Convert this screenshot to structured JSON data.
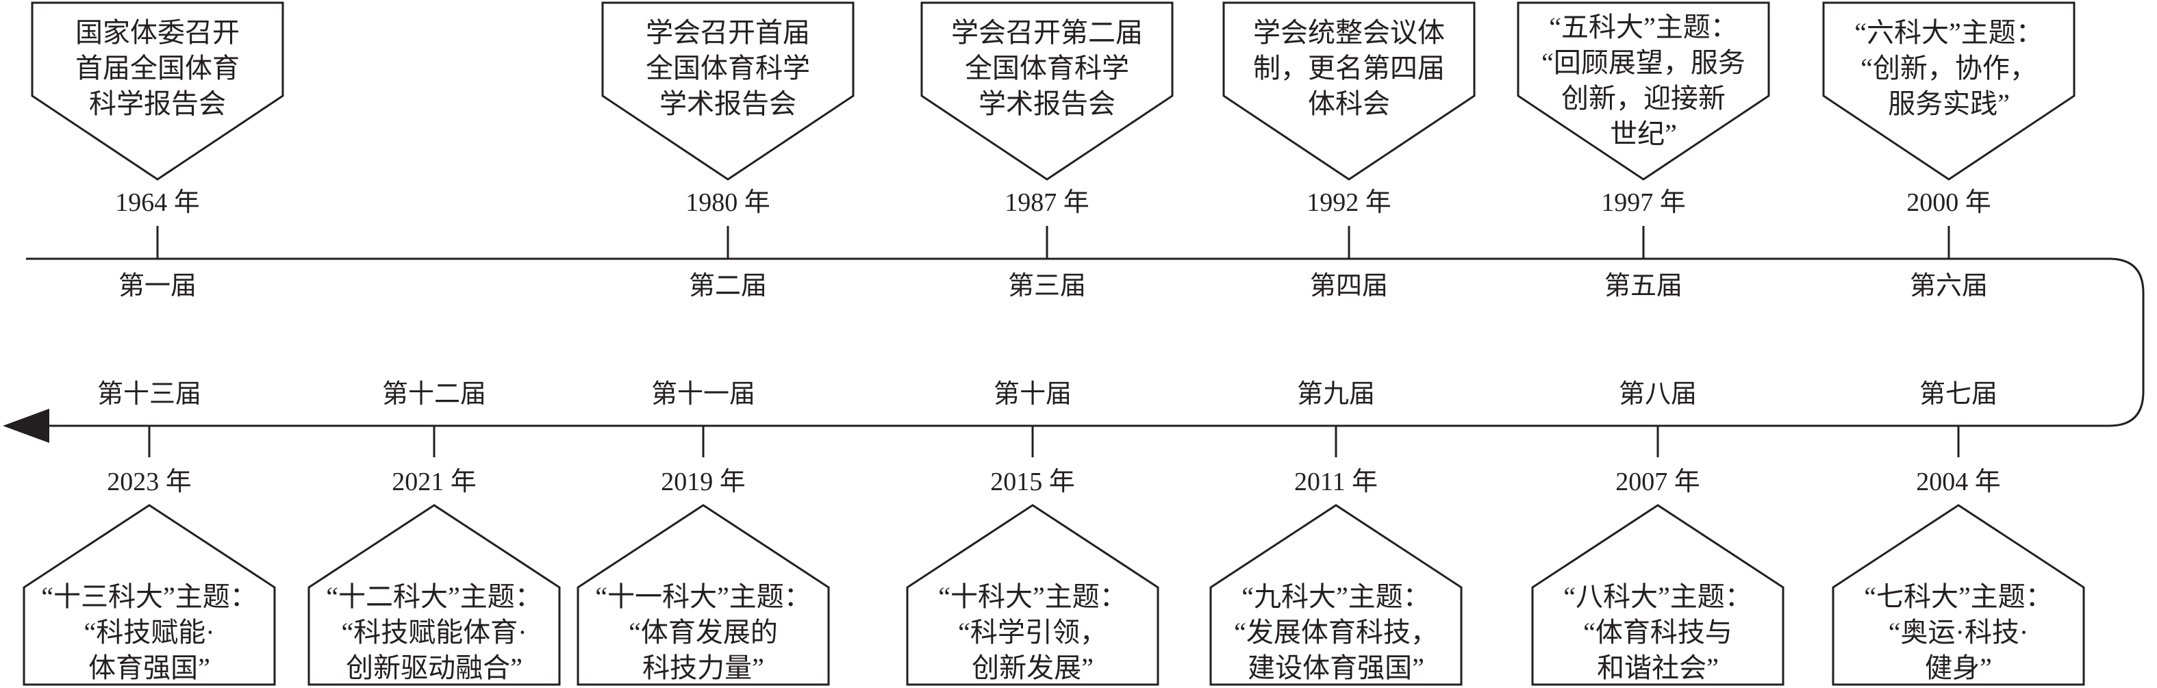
{
  "top_row": [
    {
      "year": "1964 年",
      "edition": "第一届",
      "box": [
        "国家体委召开",
        "首届全国体育",
        "科学报告会"
      ]
    },
    {
      "year": "1980 年",
      "edition": "第二届",
      "box": [
        "学会召开首届",
        "全国体育科学",
        "学术报告会"
      ]
    },
    {
      "year": "1987 年",
      "edition": "第三届",
      "box": [
        "学会召开第二届",
        "全国体育科学",
        "学术报告会"
      ]
    },
    {
      "year": "1992 年",
      "edition": "第四届",
      "box": [
        "学会统整会议体",
        "制，更名第四届",
        "体科会"
      ]
    },
    {
      "year": "1997 年",
      "edition": "第五届",
      "box": [
        "“五科大”主题：",
        "“回顾展望，服务",
        "创新，迎接新",
        "世纪”"
      ]
    },
    {
      "year": "2000 年",
      "edition": "第六届",
      "box": [
        "“六科大”主题：",
        "“创新，协作，",
        "服务实践”"
      ]
    }
  ],
  "bottom_row": [
    {
      "year": "2023 年",
      "edition": "第十三届",
      "box": [
        "“十三科大”主题：",
        "“科技赋能·",
        "体育强国”"
      ]
    },
    {
      "year": "2021 年",
      "edition": "第十二届",
      "box": [
        "“十二科大”主题：",
        "“科技赋能体育·",
        "创新驱动融合”"
      ]
    },
    {
      "year": "2019 年",
      "edition": "第十一届",
      "box": [
        "“十一科大”主题：",
        "“体育发展的",
        "科技力量”"
      ]
    },
    {
      "year": "2015 年",
      "edition": "第十届",
      "box": [
        "“十科大”主题：",
        "“科学引领，",
        "创新发展”"
      ]
    },
    {
      "year": "2011 年",
      "edition": "第九届",
      "box": [
        "“九科大”主题：",
        "“发展体育科技，",
        "建设体育强国”"
      ]
    },
    {
      "year": "2007 年",
      "edition": "第八届",
      "box": [
        "“八科大”主题：",
        "“体育科技与",
        "和谐社会”"
      ]
    },
    {
      "year": "2004 年",
      "edition": "第七届",
      "box": [
        "“七科大”主题：",
        "“奥运·科技·",
        "健身”"
      ]
    }
  ],
  "colors": {
    "line": "#231f20",
    "box_fill": "#ffffff"
  }
}
